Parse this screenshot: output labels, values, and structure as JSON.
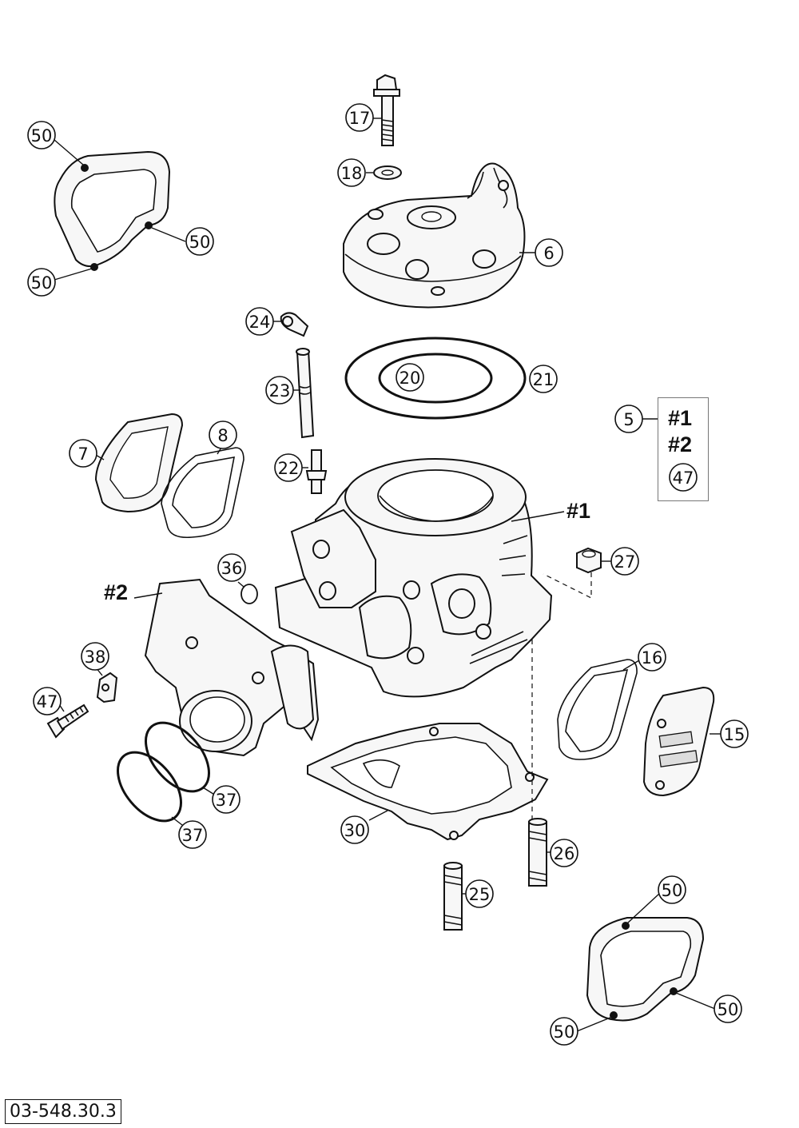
{
  "document_number": "03-548.30.3",
  "callouts": {
    "c50_tl_a": "50",
    "c50_tl_b": "50",
    "c50_tl_c": "50",
    "c17": "17",
    "c18": "18",
    "c6": "6",
    "c24": "24",
    "c23": "23",
    "c20": "20",
    "c21": "21",
    "c7": "7",
    "c8": "8",
    "c22": "22",
    "c5": "5",
    "c47_kit": "47",
    "c27": "27",
    "c36": "36",
    "c38": "38",
    "c47": "47",
    "c16": "16",
    "c15": "15",
    "c37_a": "37",
    "c37_b": "37",
    "c30": "30",
    "c26": "26",
    "c25": "25",
    "c50_br_a": "50",
    "c50_br_b": "50",
    "c50_br_c": "50"
  },
  "labels": {
    "kit_1": "#1",
    "kit_2": "#2",
    "cylinder": "#1",
    "intake": "#2"
  }
}
